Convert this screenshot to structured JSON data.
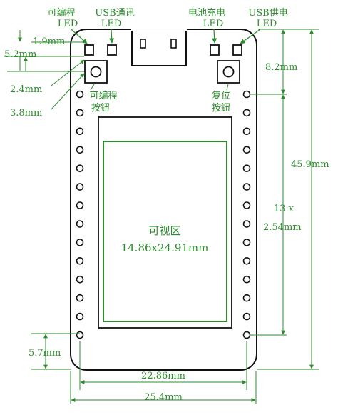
{
  "labels": {
    "prog_led": [
      "可编程",
      "LED"
    ],
    "usb_comm_led": [
      "USB通讯",
      "LED"
    ],
    "charge_led": [
      "电池充电",
      "LED"
    ],
    "usb_power_led": [
      "USB供电",
      "LED"
    ],
    "prog_button": [
      "可编程",
      "按钮"
    ],
    "reset_button": [
      "复位",
      "按钮"
    ],
    "viewable_area": "可视区",
    "viewable_size": "14.86x24.91mm"
  },
  "dimensions": {
    "led_offset": "1.9mm",
    "led_to_button": "5.2mm",
    "button_gap": "2.4mm",
    "button_size": "3.8mm",
    "top_pin_offset": "8.2mm",
    "pin_span_height": "45.9mm",
    "pin_count": "13 x",
    "pin_pitch": "2.54mm",
    "bottom_margin": "5.7mm",
    "pin_row_spacing": "22.86mm",
    "board_width": "25.4mm"
  },
  "colors": {
    "annotation": "#2e8b2e",
    "outline": "#111111",
    "board_fill": "#ffffff"
  },
  "pins": {
    "per_side": 14
  }
}
